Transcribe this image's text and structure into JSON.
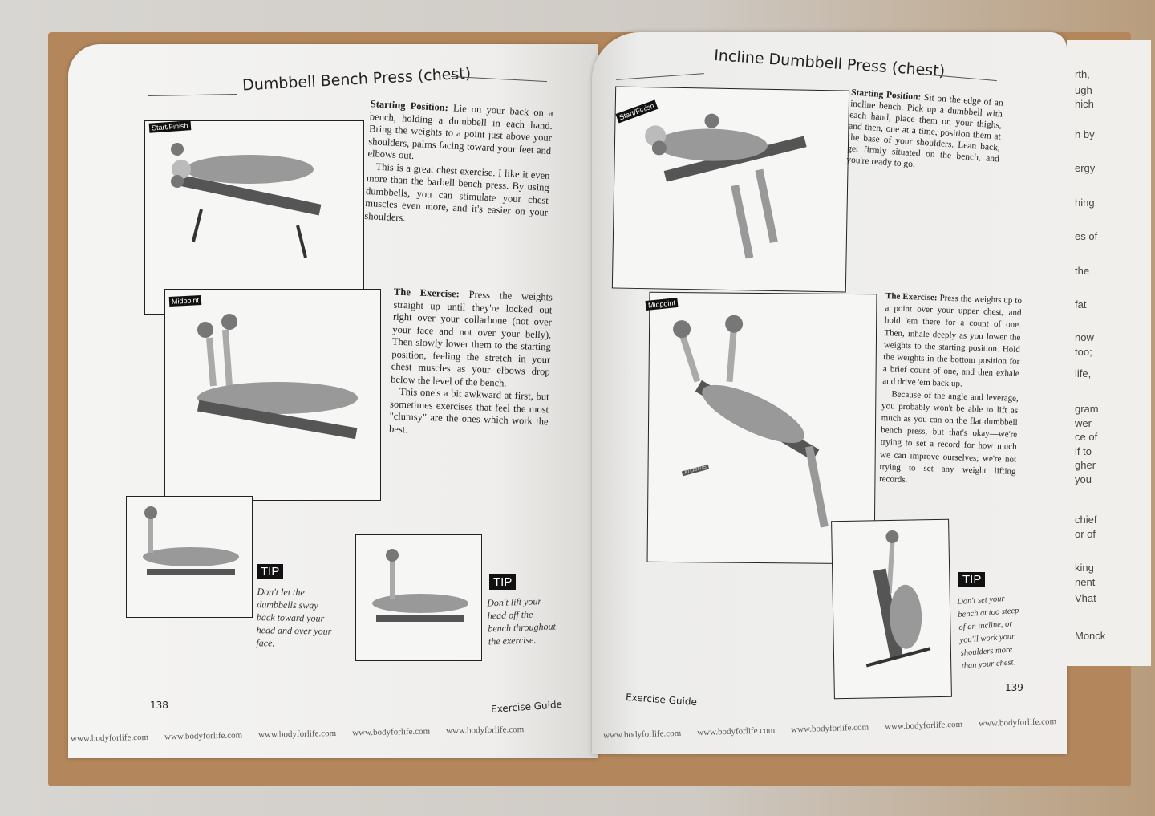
{
  "left_page": {
    "title": "Dumbbell Bench Press (chest)",
    "start_label": "Start/Finish",
    "mid_label": "Midpoint",
    "starting_heading": "Starting Position:",
    "starting_text": "Lie on your back on a bench, holding a dumbbell in each hand. Bring the weights to a point just above your shoulders, palms facing toward your feet and elbows out.",
    "starting_text2": "This is a great chest exercise. I like it even more than the barbell bench press. By using dumbbells, you can stimulate your chest muscles even more, and it's easier on your shoulders.",
    "exercise_heading": "The Exercise:",
    "exercise_text": "Press the weights straight up until they're locked out right over your collarbone (not over your face and not over your belly). Then slowly lower them to the starting position, feeling the stretch in your chest muscles as your elbows drop below the level of the bench.",
    "exercise_text2": "This one's a bit awkward at first, but sometimes exercises that feel the most \"clumsy\" are the ones which work the best.",
    "tip1_badge": "TIP",
    "tip1_text": "Don't let the dumbbells sway back toward your head and over your face.",
    "tip2_badge": "TIP",
    "tip2_text": "Don't lift your head off the bench throughout the exercise.",
    "page_number": "138",
    "section": "Exercise Guide"
  },
  "right_page": {
    "title": "Incline Dumbbell Press (chest)",
    "start_label": "Start/Finish",
    "mid_label": "Midpoint",
    "starting_heading": "Starting Position:",
    "starting_text": "Sit on the edge of an incline bench. Pick up a dumbbell with each hand, place them on your thighs, and then, one at a time, position them at the base of your shoulders. Lean back, get firmly situated on the bench, and you're ready to go.",
    "exercise_heading": "The Exercise:",
    "exercise_text": "Press the weights up to a point over your upper chest, and hold 'em there for a count of one. Then, inhale deeply as you lower the weights to the starting position. Hold the weights in the bottom position for a brief count of one, and then exhale and drive 'em back up.",
    "exercise_text2": "Because of the angle and leverage, you probably won't be able to lift as much as you can on the flat dumbbell bench press, but that's okay—we're trying to set a record for how much we can improve ourselves; we're not trying to set any weight lifting records.",
    "tip_badge": "TIP",
    "tip_text": "Don't set your bench at too steep of an incline, or you'll work your shoulders more than your chest.",
    "page_number": "139",
    "section": "Exercise Guide"
  },
  "footer_url": "www.bodyforlife.com",
  "bench_brand": "ATLANTIS",
  "background_book_fragments": [
    "rth,",
    "ugh",
    "hich",
    "h by",
    "ergy",
    "hing",
    "es of",
    "the",
    "fat",
    "now",
    "too;",
    "life,",
    "gram",
    "wer-",
    "ce of",
    "lf to",
    "gher",
    "you",
    "chief",
    "or of",
    "king",
    "nent",
    "Vhat",
    "Monck"
  ]
}
